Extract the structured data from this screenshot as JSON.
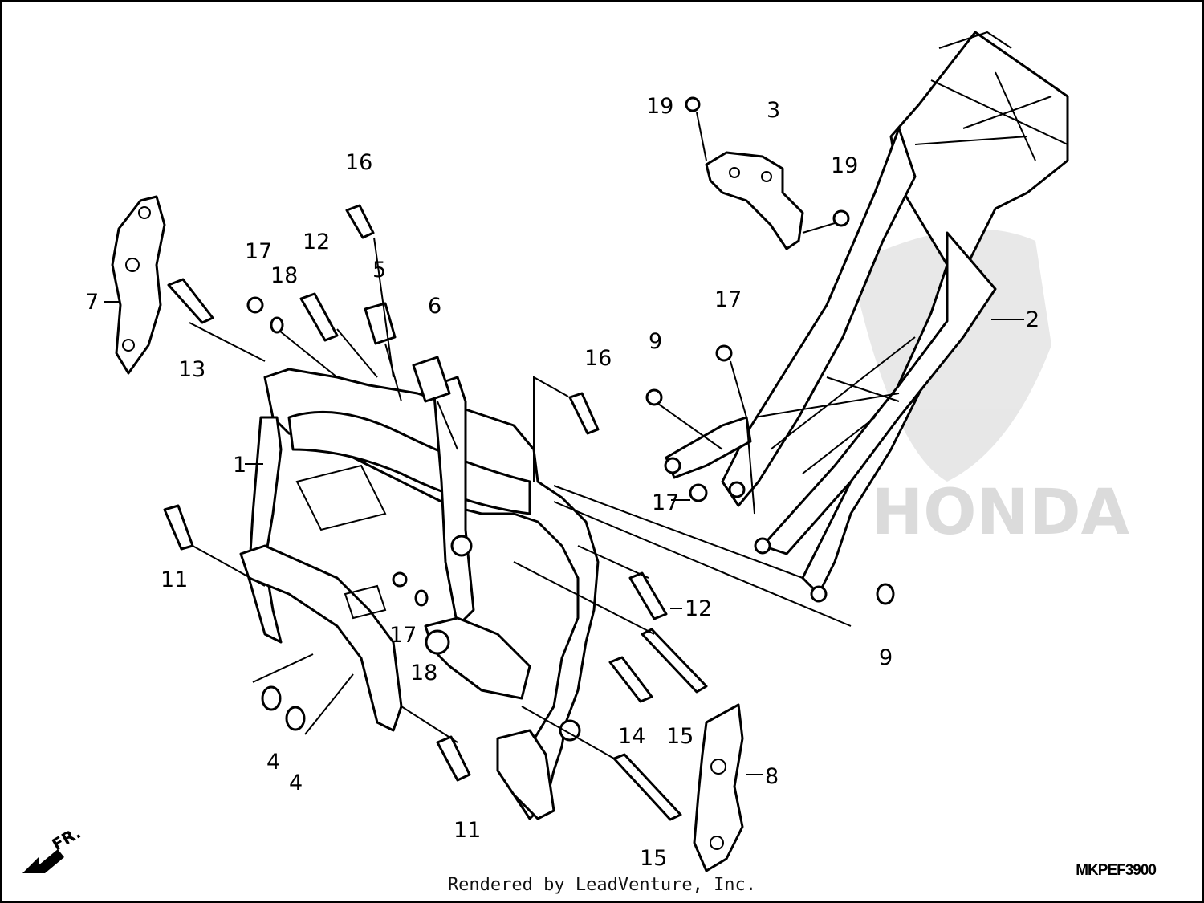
{
  "diagram": {
    "callouts": [
      {
        "id": "c1",
        "text": "1"
      },
      {
        "id": "c2",
        "text": "2"
      },
      {
        "id": "c3",
        "text": "3"
      },
      {
        "id": "c4a",
        "text": "4"
      },
      {
        "id": "c4b",
        "text": "4"
      },
      {
        "id": "c5",
        "text": "5"
      },
      {
        "id": "c6",
        "text": "6"
      },
      {
        "id": "c7",
        "text": "7"
      },
      {
        "id": "c8",
        "text": "8"
      },
      {
        "id": "c9a",
        "text": "9"
      },
      {
        "id": "c9b",
        "text": "9"
      },
      {
        "id": "c11a",
        "text": "11"
      },
      {
        "id": "c11b",
        "text": "11"
      },
      {
        "id": "c12a",
        "text": "12"
      },
      {
        "id": "c12b",
        "text": "12"
      },
      {
        "id": "c13",
        "text": "13"
      },
      {
        "id": "c14",
        "text": "14"
      },
      {
        "id": "c15a",
        "text": "15"
      },
      {
        "id": "c15b",
        "text": "15"
      },
      {
        "id": "c16a",
        "text": "16"
      },
      {
        "id": "c16b",
        "text": "16"
      },
      {
        "id": "c17a",
        "text": "17"
      },
      {
        "id": "c17b",
        "text": "17"
      },
      {
        "id": "c17c",
        "text": "17"
      },
      {
        "id": "c17d",
        "text": "17"
      },
      {
        "id": "c18a",
        "text": "18"
      },
      {
        "id": "c18b",
        "text": "18"
      },
      {
        "id": "c19a",
        "text": "19"
      },
      {
        "id": "c19b",
        "text": "19"
      }
    ],
    "front_indicator": "FR.",
    "watermark": "HONDA",
    "diagram_code": "MKPEF3900"
  },
  "footer": {
    "credit": "Rendered by LeadVenture, Inc."
  }
}
